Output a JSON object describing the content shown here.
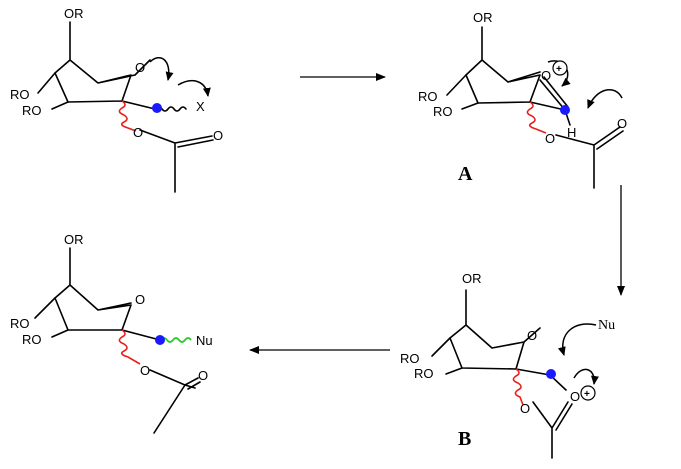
{
  "title": "Neighboring group participation in glycosylation",
  "labels": {
    "or": "OR",
    "ro": "RO",
    "ring_o": "O",
    "x": "X",
    "h": "H",
    "nu": "Nu",
    "plus": "+",
    "intermediate_a": "A",
    "intermediate_b": "B"
  },
  "colors": {
    "bond": "#000000",
    "anomeric_center": "#1a1aff",
    "c2_wavy_bond": "#e8201c",
    "nucleophile_bond": "#22cc22",
    "background": "#ffffff"
  }
}
